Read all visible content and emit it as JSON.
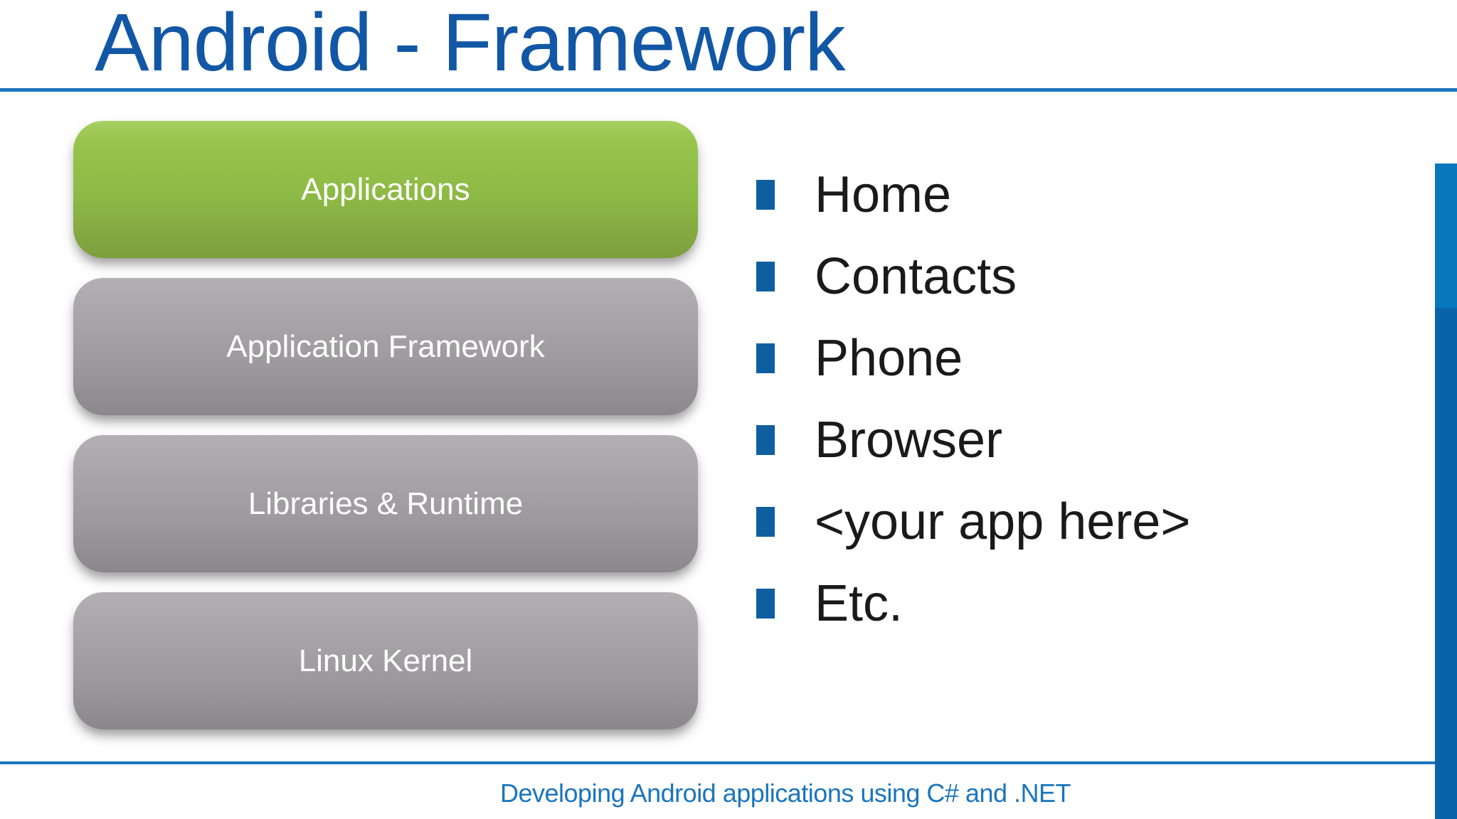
{
  "slide": {
    "title": "Android - Framework",
    "footer": "Developing Android applications using C# and .NET"
  },
  "stack": {
    "layers": [
      {
        "label": "Applications",
        "style": "green"
      },
      {
        "label": "Application Framework",
        "style": "gray"
      },
      {
        "label": "Libraries & Runtime",
        "style": "gray"
      },
      {
        "label": "Linux Kernel",
        "style": "gray"
      }
    ]
  },
  "bullets": {
    "items": [
      "Home",
      "Contacts",
      "Phone",
      "Browser",
      "<your app here>",
      "Etc."
    ]
  },
  "colors": {
    "title_blue": "#1257A5",
    "accent_blue": "#1B75BC",
    "bullet_square_blue": "#0F5FA0",
    "side_bar_top_blue": "#0778BC",
    "side_bar_bottom_blue": "#0A63A8",
    "layer_green_top": "#98C54C",
    "layer_green_bottom": "#7D9E3E",
    "layer_gray_top": "#ACAAAD",
    "layer_gray_bottom": "#8A888B",
    "body_text": "#1A1A1A"
  }
}
